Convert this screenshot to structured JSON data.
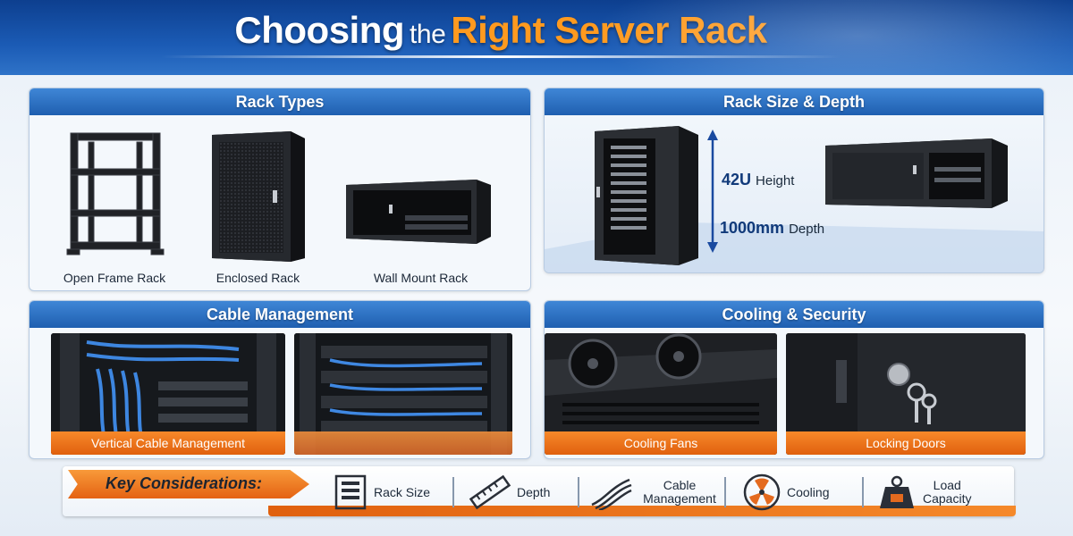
{
  "header": {
    "title_word1": "Choosing",
    "title_word2": "the",
    "title_word3": "Right Server Rack"
  },
  "rack_types": {
    "title": "Rack Types",
    "items": [
      {
        "label": "Open Frame Rack",
        "icon": "open-frame-rack-icon"
      },
      {
        "label": "Enclosed Rack",
        "icon": "enclosed-rack-icon"
      },
      {
        "label": "Wall Mount Rack",
        "icon": "wall-mount-rack-icon"
      }
    ]
  },
  "size_depth": {
    "title": "Rack Size & Depth",
    "height_value": "42U",
    "height_label": "Height",
    "depth_value": "1000mm",
    "depth_label": "Depth"
  },
  "cable_management": {
    "title": "Cable Management",
    "photos": [
      {
        "caption": "Vertical Cable Management"
      },
      {
        "caption": ""
      }
    ]
  },
  "cooling_security": {
    "title": "Cooling & Security",
    "photos": [
      {
        "caption": "Cooling Fans"
      },
      {
        "caption": "Locking Doors"
      }
    ]
  },
  "key_considerations": {
    "title": "Key Considerations:",
    "items": [
      {
        "line1": "Rack Size",
        "line2": "",
        "icon": "rack-size-icon"
      },
      {
        "line1": "Depth",
        "line2": "",
        "icon": "ruler-icon"
      },
      {
        "line1": "Cable",
        "line2": "Management",
        "icon": "cable-icon"
      },
      {
        "line1": "Cooling",
        "line2": "",
        "icon": "fan-icon"
      },
      {
        "line1": "Load",
        "line2": "Capacity",
        "icon": "weight-icon"
      }
    ]
  },
  "colors": {
    "header_blue": "#1b5bb5",
    "accent_orange": "#f08020",
    "panel_title_blue": "#2a6fc2"
  }
}
